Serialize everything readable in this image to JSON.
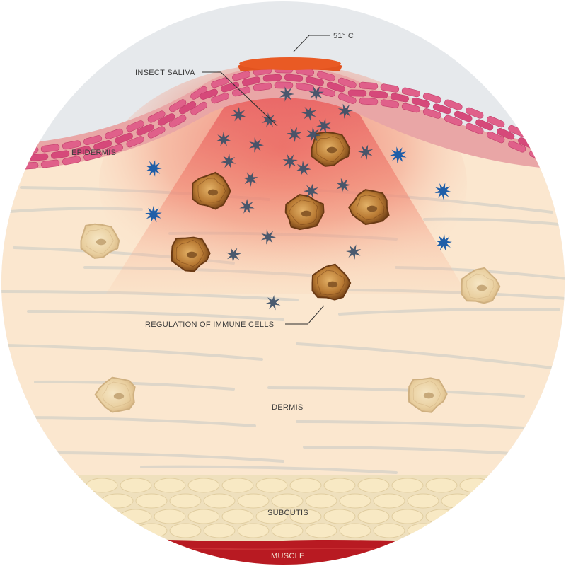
{
  "labels": {
    "temperature": "51° C",
    "insect_saliva": "INSECT SALIVA",
    "epidermis": "EPIDERMIS",
    "regulation": "REGULATION OF IMMUNE CELLS",
    "dermis": "DERMIS",
    "subcutis": "SUBCUTIS",
    "muscle": "MUSCLE"
  },
  "colors": {
    "background_circle": "#e6e9ec",
    "dermis": "#fbe7cf",
    "epidermis": "#d9547c",
    "heat_zone": "#ec6f5f",
    "heat_plate": "#e2531f",
    "subcutis": "#f6e4bb",
    "muscle": "#b81a22",
    "saliva_particle": "#3c5068",
    "immune_particle": "#1f5ea8",
    "activated_cell": "#b0722f",
    "resting_cell": "#ebd2a4"
  },
  "icons": {
    "saliva_particle": "spiky-star-icon",
    "immune_particle": "blue-star-icon",
    "activated_cell": "activated-immune-cell",
    "resting_cell": "resting-immune-cell"
  }
}
